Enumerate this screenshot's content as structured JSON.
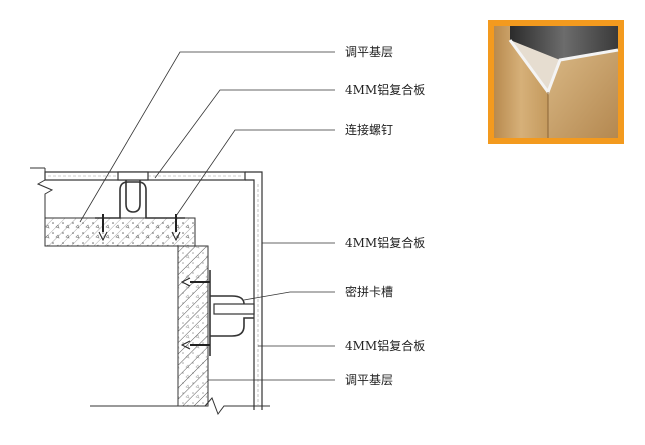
{
  "labels": {
    "leveling_top": "调平基层",
    "panel_top": "4MM铝复合板",
    "screw": "连接螺钉",
    "panel_side": "4MM铝复合板",
    "clip_slot": "密拼卡槽",
    "panel_lower": "4MM铝复合板",
    "leveling_bottom": "调平基层"
  },
  "photo": {
    "description_icon": "aluminum-corner-photo-icon",
    "frame_color": "#f39a1e",
    "wood_color": "#c9a46a"
  },
  "colors": {
    "line": "#333333",
    "hatch": "#444444",
    "panel_fill": "#ffffff"
  }
}
